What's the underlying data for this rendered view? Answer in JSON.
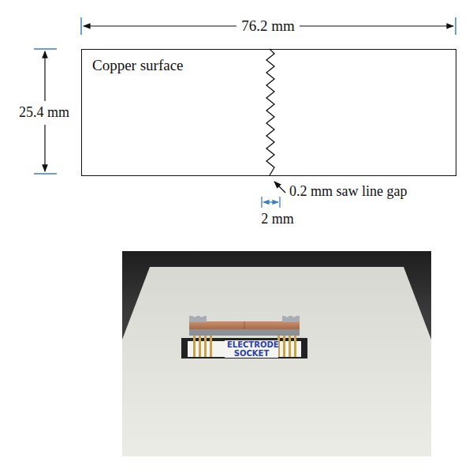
{
  "diagram": {
    "nodes": [
      {
        "text": [
          "Copper surface"
        ]
      }
    ],
    "labels": [
      "76.2 mm",
      "25.4 mm",
      "0.2 mm saw line gap",
      "2 mm",
      "ELECTRODE SOCKET"
    ]
  }
}
